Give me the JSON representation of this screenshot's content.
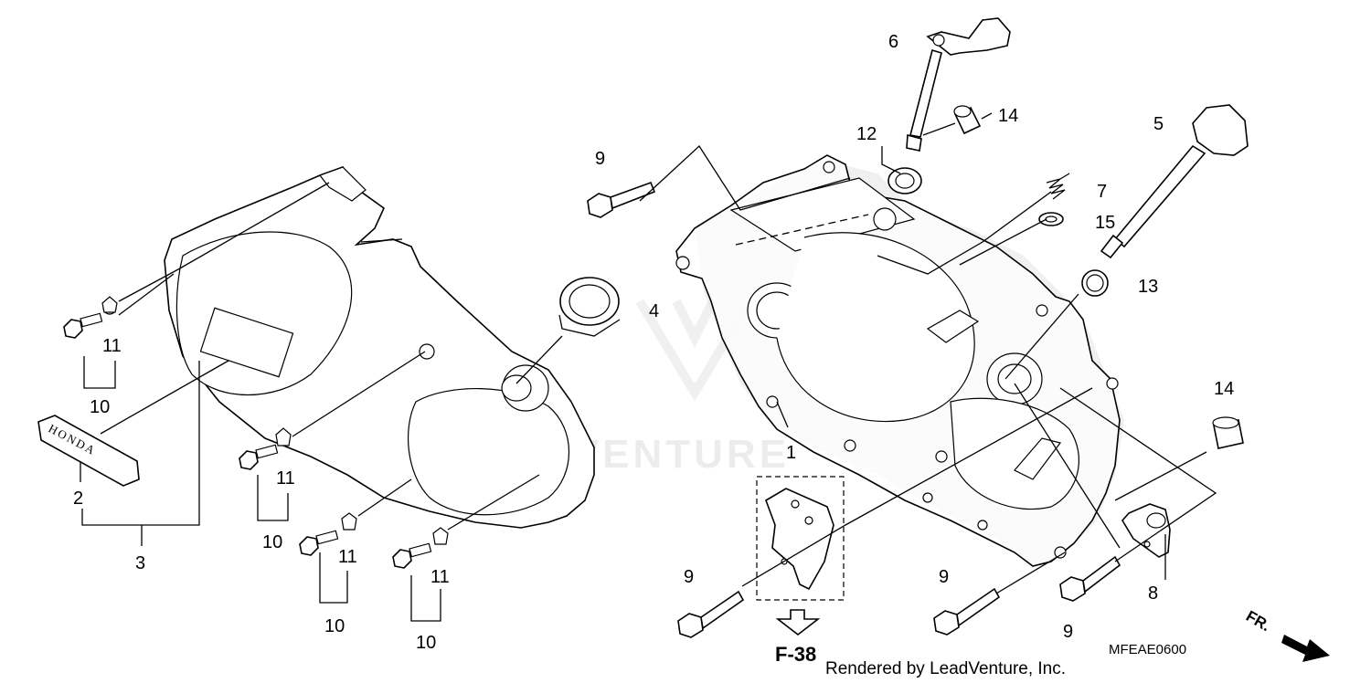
{
  "watermark": "LEADVENTURE",
  "credit": "Rendered by LeadVenture, Inc.",
  "diagram_code": "MFEAE0600",
  "reference": "F-38",
  "direction_label": "FR.",
  "badge_text": "HONDA",
  "callouts": {
    "c1": "1",
    "c2": "2",
    "c3": "3",
    "c4": "4",
    "c5": "5",
    "c6": "6",
    "c7": "7",
    "c8": "8",
    "c9a": "9",
    "c9b": "9",
    "c9c": "9",
    "c9d": "9",
    "c10a": "10",
    "c10b": "10",
    "c10c": "10",
    "c10d": "10",
    "c11a": "11",
    "c11b": "11",
    "c11c": "11",
    "c11d": "11",
    "c12": "12",
    "c13": "13",
    "c14a": "14",
    "c14b": "14",
    "c15": "15"
  }
}
